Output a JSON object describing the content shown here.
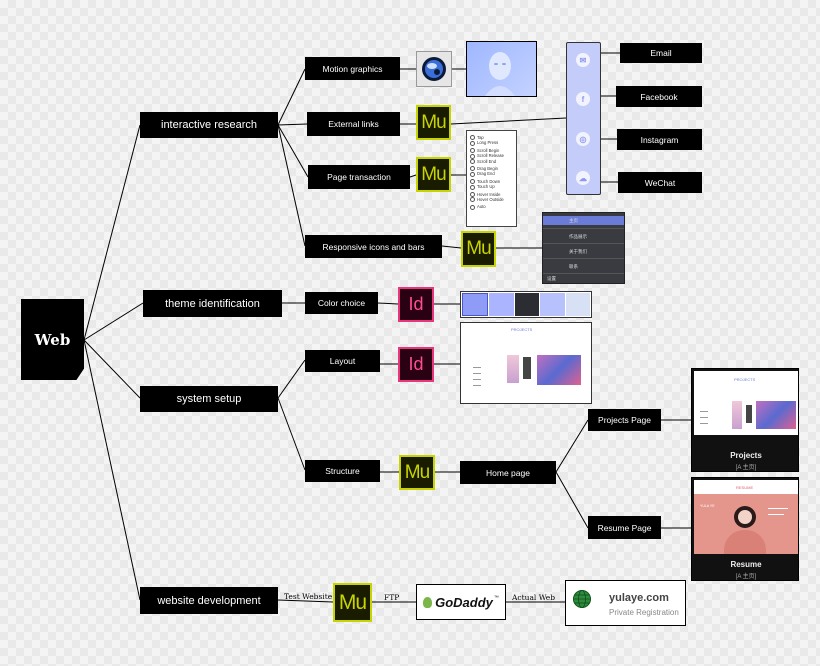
{
  "root": {
    "label": "Web"
  },
  "branches": {
    "interactive_research": "interactive research",
    "theme_identification": "theme identification",
    "system_setup": "system setup",
    "website_development": "website development"
  },
  "research": {
    "motion_graphics": "Motion graphics",
    "external_links": "External links",
    "page_transaction": "Page transaction",
    "responsive": "Responsive icons and bars"
  },
  "theme": {
    "color_choice": "Color choice"
  },
  "setup": {
    "layout": "Layout",
    "structure": "Structure",
    "home_page": "Home page",
    "projects_page": "Projects Page",
    "resume_page": "Resume Page"
  },
  "social": [
    "Email",
    "Facebook",
    "Instagram",
    "WeChat"
  ],
  "icons": {
    "muse": "Mu",
    "indesign": "Id"
  },
  "triggers": [
    "Tap",
    "Long Press",
    "Scroll Begin",
    "Scroll Release",
    "Scroll End",
    "Drag Begin",
    "Drag End",
    "Touch Down",
    "Touch Up",
    "Hover Inside",
    "Hover Outside",
    "Auto"
  ],
  "nav_menu": [
    "主页",
    "作品展示",
    "关于我们",
    "联系",
    "设置"
  ],
  "palette": [
    "#8e9cf8",
    "#aab4ff",
    "#2b2d33",
    "#b7c1fb",
    "#d7e0f5"
  ],
  "layout_header": "PROJECTS",
  "projects_preview": {
    "title": "Projects",
    "subtitle": "[A 主页]"
  },
  "resume_preview": {
    "header": "RESUME",
    "title": "Resume",
    "subtitle": "[A 主页]",
    "name": "YULA YE"
  },
  "dev": {
    "test_website": "Test Website",
    "ftp": "FTP",
    "actual_web": "Actual Web",
    "godaddy": "GoDaddy",
    "domain": "yulaye.com",
    "registration": "Private Registration"
  },
  "colors": {
    "muse_accent": "#c8d400",
    "indesign_accent": "#e8357c",
    "palette_bg": "#c4ccf9",
    "resume_bg": "#e4968c"
  }
}
